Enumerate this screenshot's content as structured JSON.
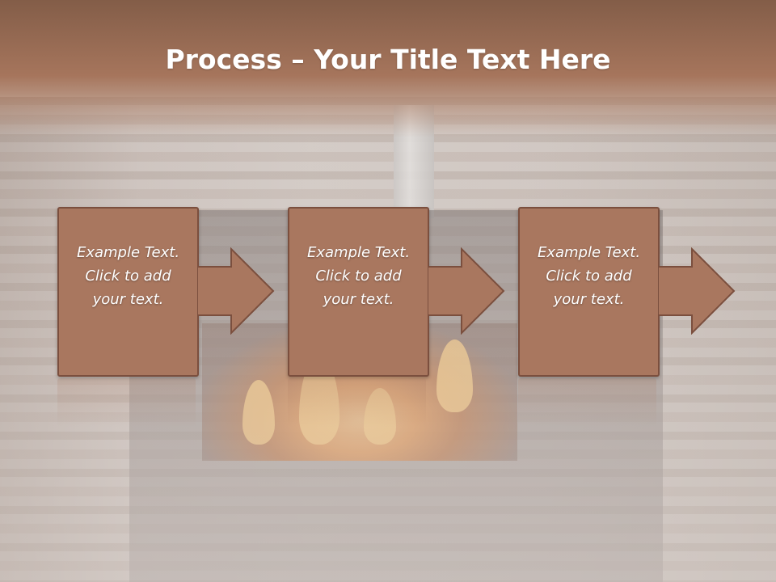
{
  "slide": {
    "title_bold": "Process",
    "title_rest": " – Your Title Text Here"
  },
  "process": {
    "steps": [
      {
        "line1": "Example Text.",
        "line2": "Click  to add",
        "line3": "your text."
      },
      {
        "line1": "Example Text.",
        "line2": "Click  to add",
        "line3": "your text."
      },
      {
        "line1": "Example Text.",
        "line2": "Click  to add",
        "line3": "your text."
      }
    ]
  },
  "colors": {
    "box_fill": "#a9775f",
    "box_border": "#7b4f3e",
    "header": "#a6755c"
  }
}
